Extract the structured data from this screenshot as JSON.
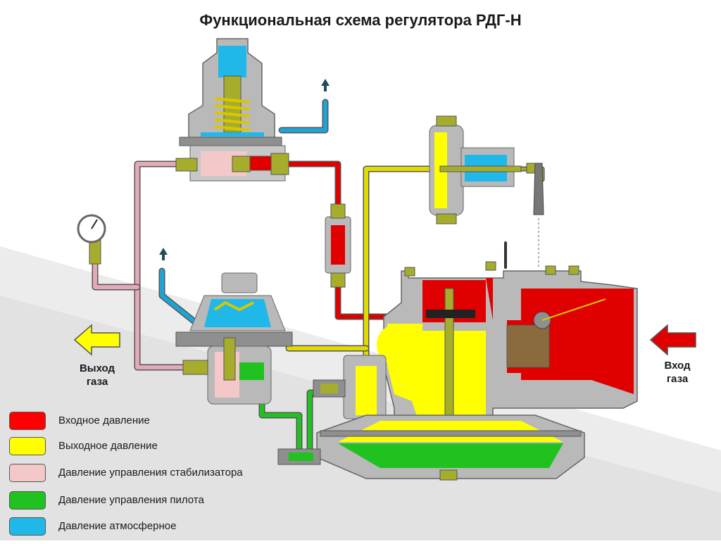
{
  "title": "Функциональная схема регулятора РДГ-Н",
  "flow": {
    "outlet_label": "Выход\nгаза",
    "inlet_label": "Вход\nгаза"
  },
  "colors": {
    "inlet": "#ff0000",
    "outlet": "#ffff00",
    "stabilizer": "#f4c8c8",
    "pilot": "#1fc21f",
    "atmosphere": "#1fb8e8",
    "body": "#b9b9b9",
    "fitting": "#a6ad2c"
  },
  "legend": [
    {
      "label": "Входное давление",
      "color": "#ff0000"
    },
    {
      "label": "Выходное давление",
      "color": "#ffff00"
    },
    {
      "label": "Давление управления стабилизатора",
      "color": "#f4c8c8"
    },
    {
      "label": "Давление управления пилота",
      "color": "#1fc21f"
    },
    {
      "label": "Давление атмосферное",
      "color": "#1fb8e8"
    }
  ]
}
